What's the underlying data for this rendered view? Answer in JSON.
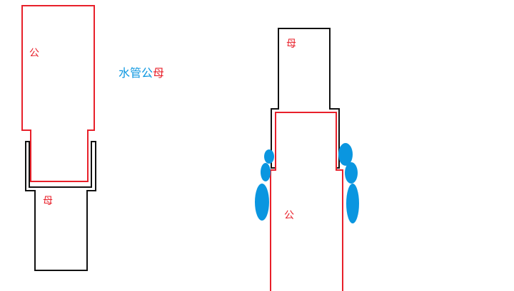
{
  "title": {
    "part1": "水管",
    "part2": "公",
    "part3": "母"
  },
  "left_figure": {
    "male_label": "公",
    "female_label": "母"
  },
  "right_figure": {
    "female_label": "母",
    "male_label": "公"
  },
  "colors": {
    "male": "#e8202a",
    "female": "#111111",
    "leak": "#0a96e0",
    "title_blue": "#0a96e0",
    "title_red": "#e8202a"
  }
}
